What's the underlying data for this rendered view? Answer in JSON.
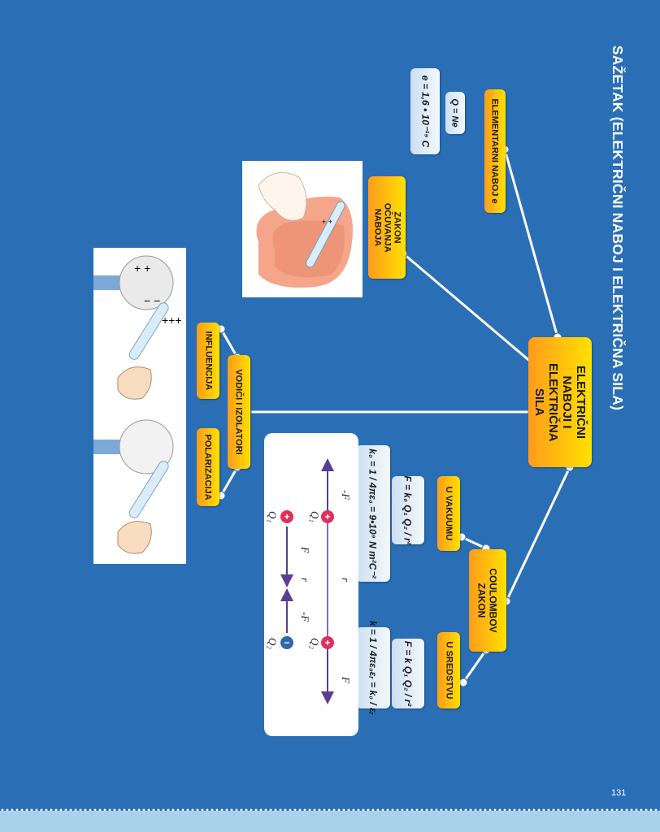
{
  "title": "SAŽETAK (ELEKTRIČNI NABOJ I ELEKTRIČNA SILA)",
  "page_number": "131",
  "center_node": "ELEKTRIČNI NABOJI I ELEKTRIČNA SILA",
  "nodes": {
    "elementarni": "ELEMENTARNI NABOJ e",
    "zakon_ocuvanja": "ZAKON OČUVANJA NABOJA",
    "vodici": "VODIČI I IZOLATORI",
    "influencija": "INFLUENCIJA",
    "polarizacija": "POLARIZACIJA",
    "coulomb": "COULOMBOV ZAKON",
    "vakuum": "U VAKUUMU",
    "sredstvo": "U SREDSTVU"
  },
  "formulas": {
    "q_ne": "Q = Ne",
    "e_value": "e = 1,6 • 10⁻¹⁹ C",
    "f_vakuum": "F = k₀ Q₁ Q₂ / r²",
    "k0": "k₀ = 1 / 4πε₀ = 9•10⁹ N m²C⁻²",
    "f_sredstvo": "F = k Q₁ Q₂ / r²",
    "k": "k = 1 / 4πε₀εᵣ = k₀ / εᵣ"
  },
  "coulomb_diagram": {
    "r_label": "r",
    "q1": "Q₁",
    "q2": "Q₂",
    "f": "F",
    "minus_f": "-F",
    "plus": "+",
    "minus": "−"
  },
  "images": {
    "rod_plus": "+ +",
    "sphere_plus": "+ +",
    "sphere_minus": "− −",
    "rod_charges": "+++"
  },
  "colors": {
    "background": "#2a6fb6",
    "box_gradient_from": "#ff9c1a",
    "box_gradient_to": "#ffe000",
    "formula_box": "#e3eef9",
    "footer": "#a9d2ea",
    "arrow": "#5a3d95",
    "positive": "#e0305a",
    "negative": "#2d67b0"
  }
}
